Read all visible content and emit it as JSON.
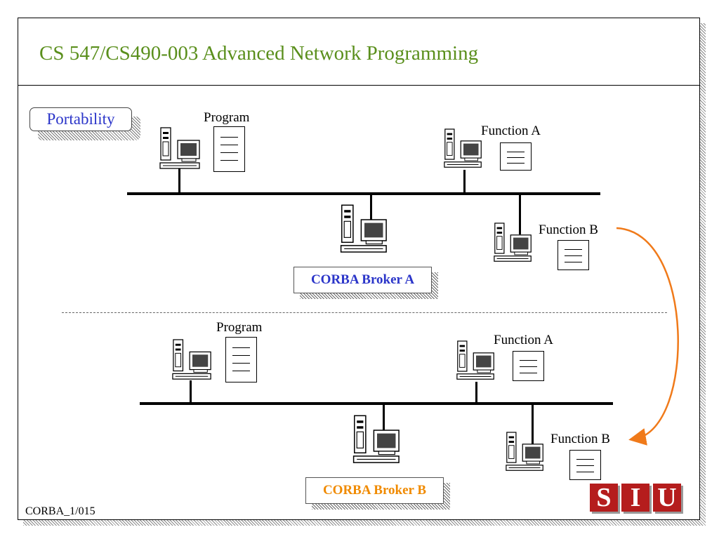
{
  "slide": {
    "title": "CS 547/CS490-003 Advanced Network Programming",
    "topic": "Portability",
    "footer_code": "CORBA_1/015"
  },
  "top_network": {
    "program_label": "Program",
    "function_a_label": "Function A",
    "function_b_label": "Function B",
    "broker_label": "CORBA Broker A",
    "broker_color": "#2b35c9"
  },
  "bottom_network": {
    "program_label": "Program",
    "function_a_label": "Function A",
    "function_b_label": "Function B",
    "broker_label": "CORBA Broker B",
    "broker_color": "#f08a00"
  },
  "migration_arrow": {
    "color": "#f07a1a",
    "from": "Function B (top network)",
    "to": "Function B (bottom network)"
  },
  "logo": {
    "letters": [
      "S",
      "I",
      "U"
    ],
    "color": "#b51d1d"
  },
  "icons": {
    "computer": "desktop-computer-icon",
    "document": "document-icon"
  },
  "colors": {
    "title": "#5a8f1c",
    "topic": "#2b35c9"
  }
}
